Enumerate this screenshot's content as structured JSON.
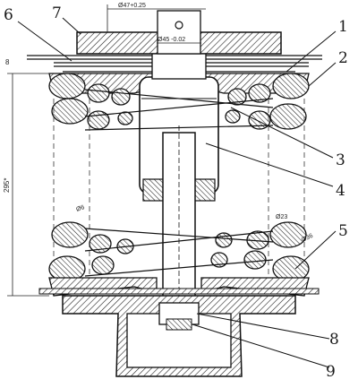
{
  "drawing": {
    "callouts": {
      "c1": "1",
      "c2": "2",
      "c3": "3",
      "c4": "4",
      "c5": "5",
      "c6": "6",
      "c7": "7",
      "c8": "8",
      "c9": "9"
    },
    "dimensions": {
      "top_bore": "Ø47+0.25",
      "plate_bore": "Ø45 -0.02",
      "plate_thickness": "8",
      "stack_height": "295*",
      "wire_small": "Ø6",
      "wire_mid": "Ø23",
      "coil_outer": "Ø36"
    }
  }
}
